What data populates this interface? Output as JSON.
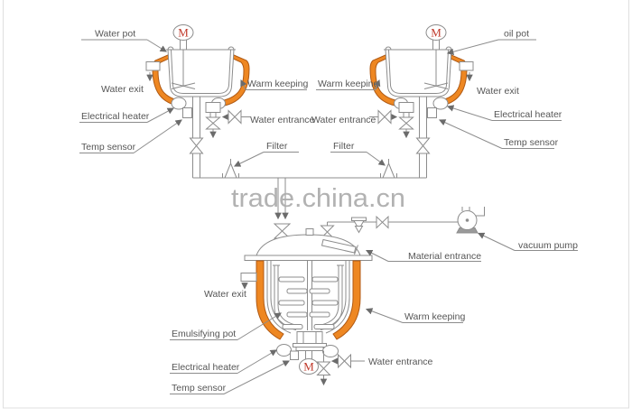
{
  "watermark": "trade.china.cn",
  "motor_label": "M",
  "colors": {
    "jacket": "#EE8722",
    "jacket_outline": "#B05A14",
    "motor_red": "#C0392B",
    "line": "#8C8C8C",
    "label_text": "#565656",
    "watermark_gray": "#ACACAC"
  },
  "top_left_pot": {
    "name": "Water pot",
    "labels": {
      "pot": "Water pot",
      "water_exit": "Water exit",
      "warm_keeping": "Warm keeping",
      "water_entrance": "Water entrance",
      "electrical_heater": "Electrical heater",
      "temp_sensor": "Temp sensor",
      "filter": "Filter"
    }
  },
  "top_right_pot": {
    "name": "oil pot",
    "labels": {
      "pot": "oil pot",
      "water_exit": "Water exit",
      "warm_keeping": "Warm keeping",
      "water_entrance": "Water entrance",
      "electrical_heater": "Electrical heater",
      "temp_sensor": "Temp sensor",
      "filter": "Filter"
    }
  },
  "bottom_pot": {
    "name": "Emulsifying pot",
    "labels": {
      "pot": "Emulsifying pot",
      "water_exit": "Water exit",
      "warm_keeping": "Warm keeping",
      "water_entrance": "Water entrance",
      "electrical_heater": "Electrical heater",
      "temp_sensor": "Temp sensor",
      "material_entrance": "Material entrance",
      "vacuum_pump": "vacuum pump"
    }
  }
}
